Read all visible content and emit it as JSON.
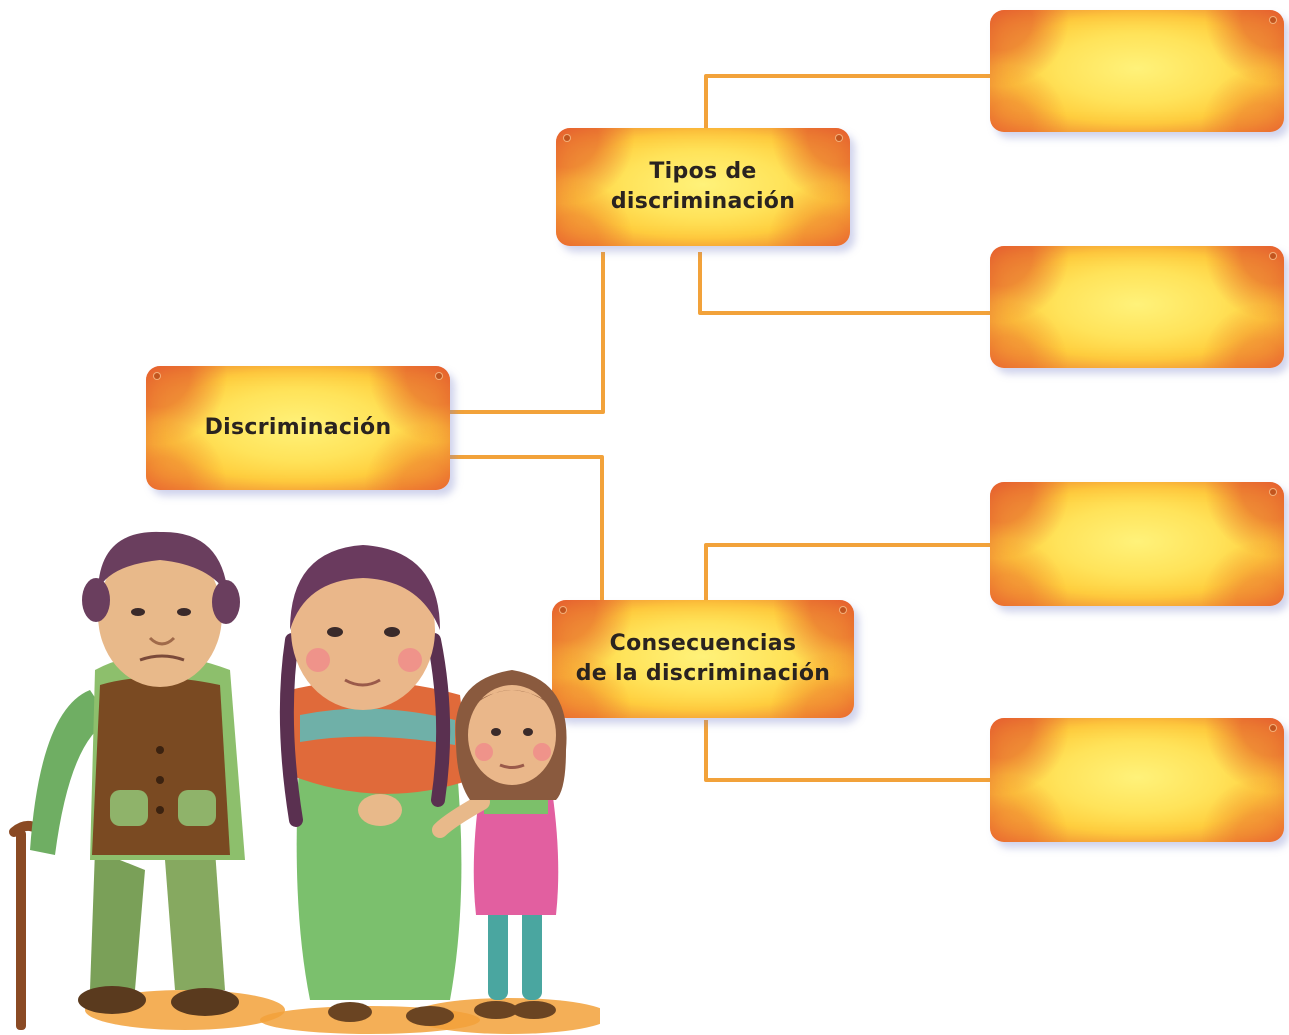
{
  "diagram": {
    "root": {
      "label": "Discriminación"
    },
    "branches": [
      {
        "label": "Tipos de\ndiscriminación",
        "leaves": [
          "",
          ""
        ]
      },
      {
        "label": "Consecuencias\nde la discriminación",
        "leaves": [
          "",
          ""
        ]
      }
    ]
  },
  "colors": {
    "connector": "#f2a23a",
    "box_center": "#fff27a",
    "box_edge": "#ef7d3a",
    "text": "#2a2320"
  },
  "illustration": {
    "description_icon": "family-elderly-couple-and-girl-illustration"
  }
}
